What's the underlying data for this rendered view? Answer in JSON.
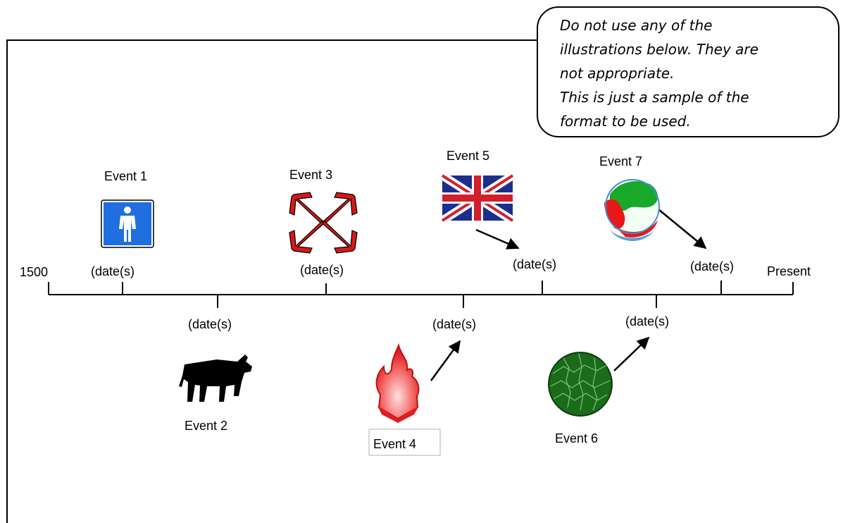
{
  "callout": {
    "lines": [
      "Do not use any of the",
      "illustrations below.  They are",
      "not appropriate.",
      "This is just a sample of the",
      "format to be used."
    ]
  },
  "timeline": {
    "start_label": "1500",
    "end_label": "Present"
  },
  "events": [
    {
      "label": "Event 1",
      "date": "(date(s)",
      "icon": "pedestrian-sign-icon"
    },
    {
      "label": "Event 2",
      "date": "(date(s)",
      "icon": "cow-icon"
    },
    {
      "label": "Event 3",
      "date": "(date(s)",
      "icon": "expand-arrows-icon"
    },
    {
      "label": "Event 4",
      "date": "(date(s)",
      "icon": "fire-icon"
    },
    {
      "label": "Event 5",
      "date": "(date(s)",
      "icon": "union-jack-flag-icon"
    },
    {
      "label": "Event 6",
      "date": "(date(s)",
      "icon": "tree-icon"
    },
    {
      "label": "Event 7",
      "date": "(date(s)",
      "icon": "globe-icon"
    }
  ],
  "colors": {
    "sign_blue": "#1f6fe0",
    "arrow_red": "#d81818",
    "flag_blue": "#1c2e8c",
    "flag_red": "#d21f2b",
    "fire_red": "#f04a4a",
    "tree_green": "#1a6b1a",
    "globe_green": "#18a82a"
  }
}
